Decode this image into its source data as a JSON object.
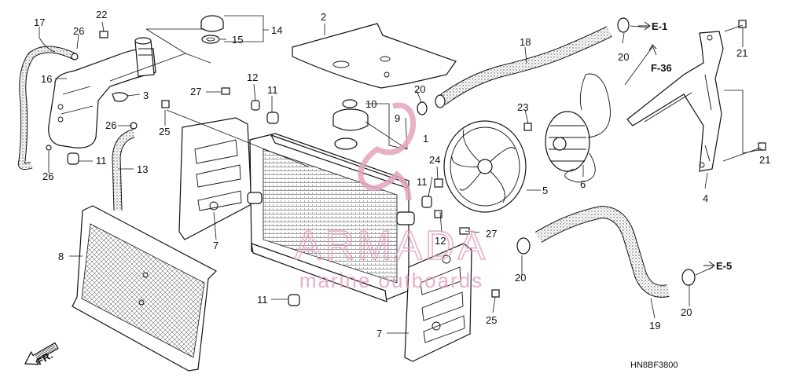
{
  "diagram_code": "HN8BF3800",
  "front_marker": "FR.",
  "references": [
    "E-1",
    "F-36",
    "E-5"
  ],
  "watermark": {
    "brand": "ARMADA",
    "tagline": "marine outboards",
    "color": "#e3a3bd"
  },
  "callouts": {
    "n1": "1",
    "n2": "2",
    "n3": "3",
    "n4": "4",
    "n5": "5",
    "n6": "6",
    "n7a": "7",
    "n7b": "7",
    "n8": "8",
    "n9": "9",
    "n10": "10",
    "n11a": "11",
    "n11b": "11",
    "n11c": "11",
    "n11d": "11",
    "n12a": "12",
    "n12b": "12",
    "n13": "13",
    "n14": "14",
    "n15": "15",
    "n16": "16",
    "n17": "17",
    "n18": "18",
    "n19": "19",
    "n20a": "20",
    "n20b": "20",
    "n20c": "20",
    "n20d": "20",
    "n21a": "21",
    "n21b": "21",
    "n22": "22",
    "n23": "23",
    "n24": "24",
    "n25a": "25",
    "n25b": "25",
    "n26a": "26",
    "n26b": "26",
    "n26c": "26",
    "n27a": "27",
    "n27b": "27"
  }
}
